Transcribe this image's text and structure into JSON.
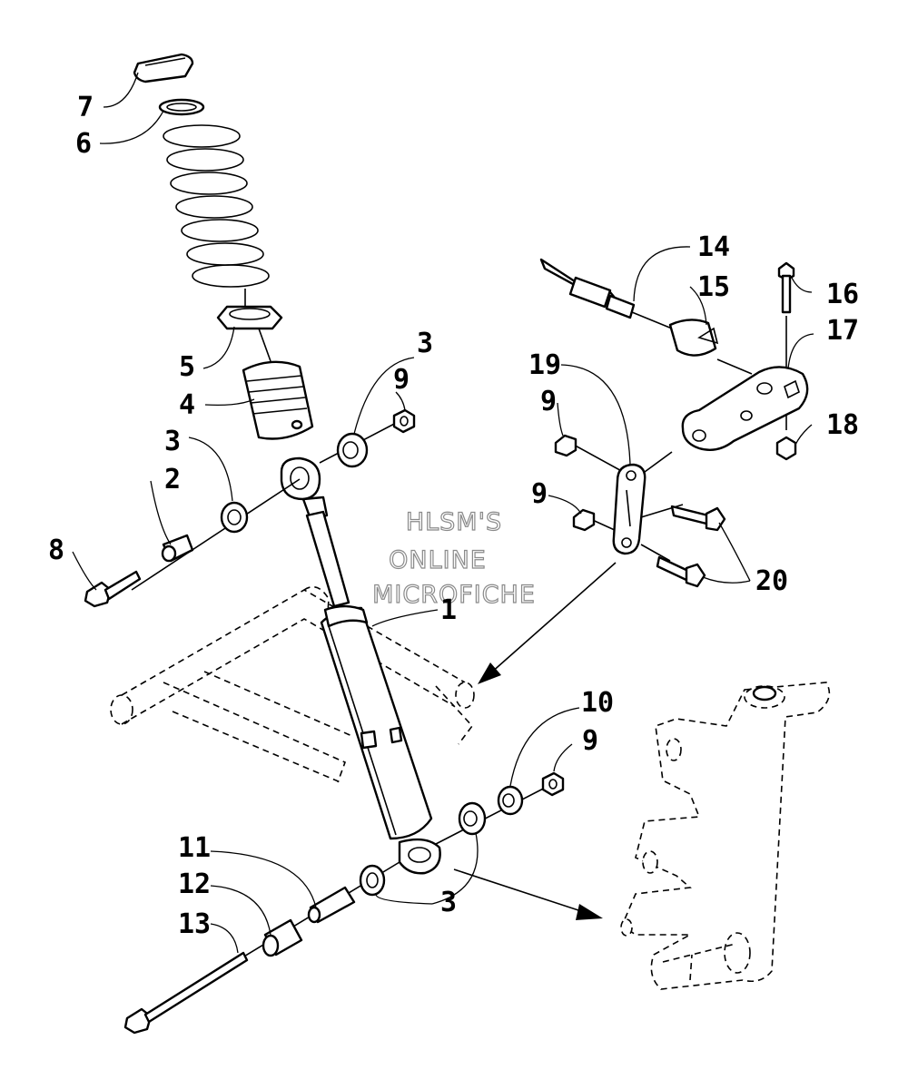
{
  "watermark": {
    "lines": [
      "HLSM'S",
      "ONLINE",
      "MICROFICHE"
    ]
  },
  "callouts": [
    {
      "id": "c1",
      "label": "1"
    },
    {
      "id": "c2",
      "label": "2"
    },
    {
      "id": "c3a",
      "label": "3"
    },
    {
      "id": "c3b",
      "label": "3"
    },
    {
      "id": "c3c",
      "label": "3"
    },
    {
      "id": "c4",
      "label": "4"
    },
    {
      "id": "c5",
      "label": "5"
    },
    {
      "id": "c6",
      "label": "6"
    },
    {
      "id": "c7",
      "label": "7"
    },
    {
      "id": "c8",
      "label": "8"
    },
    {
      "id": "c9a",
      "label": "9"
    },
    {
      "id": "c9b",
      "label": "9"
    },
    {
      "id": "c9c",
      "label": "9"
    },
    {
      "id": "c9d",
      "label": "9"
    },
    {
      "id": "c10",
      "label": "10"
    },
    {
      "id": "c11",
      "label": "11"
    },
    {
      "id": "c12",
      "label": "12"
    },
    {
      "id": "c13",
      "label": "13"
    },
    {
      "id": "c14",
      "label": "14"
    },
    {
      "id": "c15",
      "label": "15"
    },
    {
      "id": "c16",
      "label": "16"
    },
    {
      "id": "c17",
      "label": "17"
    },
    {
      "id": "c18",
      "label": "18"
    },
    {
      "id": "c19",
      "label": "19"
    },
    {
      "id": "c20",
      "label": "20"
    }
  ]
}
